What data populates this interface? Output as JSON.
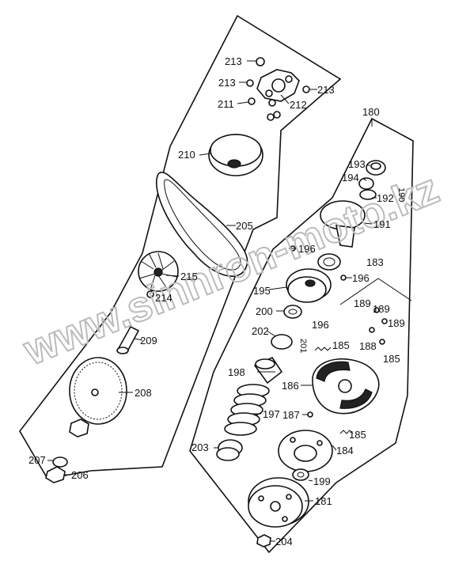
{
  "watermark": "www.sinnron-moto.kz",
  "colors": {
    "ink": "#111111",
    "paper": "#ffffff",
    "watermark": "#bbbbbb"
  },
  "labels": {
    "p213a": "213",
    "p213b": "213",
    "p213c": "213",
    "p211": "211",
    "p212": "212",
    "p210": "210",
    "p205": "205",
    "p215": "215",
    "p214": "214",
    "p209": "209",
    "p208": "208",
    "p207": "207",
    "p206": "206",
    "p180": "180",
    "p193": "193",
    "p194": "194",
    "p192": "192",
    "p190": "190",
    "p191": "191",
    "p196a": "196",
    "p196b": "196",
    "p196c": "196",
    "p195": "195",
    "p200": "200",
    "p202": "202",
    "p201": "201",
    "p185a": "185",
    "p185b": "185",
    "p185c": "185",
    "p183": "183",
    "p189a": "189",
    "p189b": "189",
    "p189c": "189",
    "p188": "188",
    "p186": "186",
    "p198": "198",
    "p197": "197",
    "p187": "187",
    "p184": "184",
    "p203": "203",
    "p199": "199",
    "p181": "181",
    "p204": "204"
  }
}
